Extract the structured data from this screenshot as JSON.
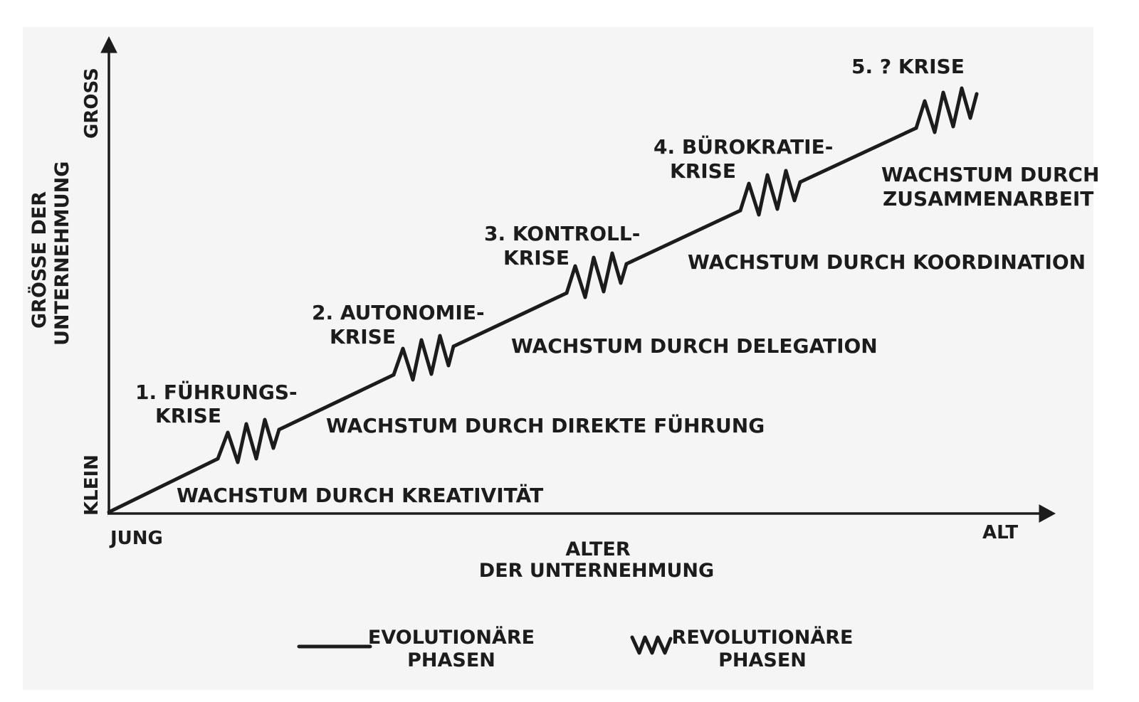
{
  "colors": {
    "ink": "#1c1c1c",
    "background": "#f5f5f5"
  },
  "axes": {
    "y_top": "Gross",
    "y_bottom": "Klein",
    "y_title_line1": "Grösse der",
    "y_title_line2": "Unternehmung",
    "x_left": "Jung",
    "x_right": "Alt",
    "x_title_line1": "Alter",
    "x_title_line2": "der Unternehmung"
  },
  "crises": [
    {
      "line1": "1. Führungs-",
      "line2": "krise"
    },
    {
      "line1": "2. Autonomie-",
      "line2": "krise"
    },
    {
      "line1": "3. Kontroll-",
      "line2": "krise"
    },
    {
      "line1": "4. Bürokratie-",
      "line2": "krise"
    },
    {
      "line1": "5. ? Krise",
      "line2": ""
    }
  ],
  "growth_phases": [
    {
      "line1": "Wachstum durch Kreativität",
      "line2": ""
    },
    {
      "line1": "Wachstum durch direkte Führung",
      "line2": ""
    },
    {
      "line1": "Wachstum durch Delegation",
      "line2": ""
    },
    {
      "line1": "Wachstum durch Koordination",
      "line2": ""
    },
    {
      "line1": "Wachstum durch",
      "line2": "Zusammenarbeit"
    }
  ],
  "legend": {
    "evolution_line1": "evolutionäre",
    "evolution_line2": "Phasen",
    "evolution_icon": "straight-line",
    "revolution_line1": "Revolutionäre",
    "revolution_line2": "Phasen",
    "revolution_icon": "zigzag-spring"
  }
}
